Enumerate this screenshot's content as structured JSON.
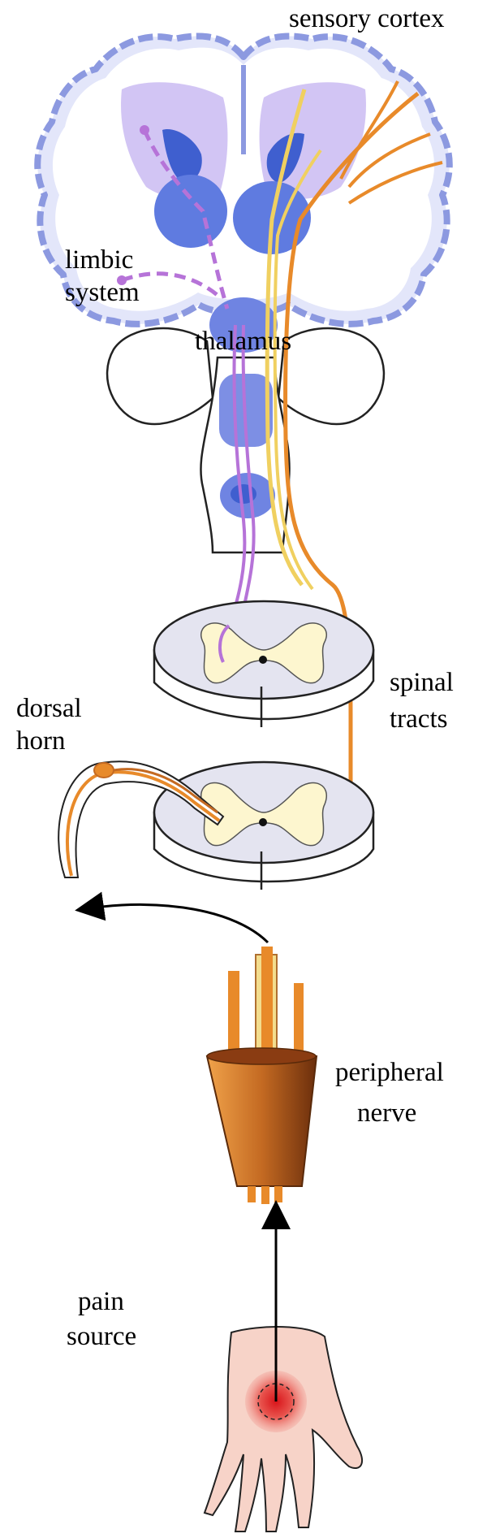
{
  "labels": {
    "sensory_cortex": "sensory cortex",
    "limbic_1": "limbic",
    "limbic_2": "system",
    "thalamus": "thalamus",
    "dorsal_1": "dorsal",
    "dorsal_2": "horn",
    "spinal_1": "spinal",
    "spinal_2": "tracts",
    "peripheral_1": "peripheral",
    "peripheral_2": "nerve",
    "pain_1": "pain",
    "pain_2": "source"
  },
  "colors": {
    "cortex_outline": "#9aa6e6",
    "cortex_fill": "#c9cdf3",
    "nucleus": "#5d7ae0",
    "pathway_purple": "#b673d8",
    "pathway_yellow": "#f0d060",
    "pathway_orange": "#e88a2a",
    "spinal_grey": "#e4e4f0",
    "grey_matter": "#fdf6cf",
    "skin": "#f7d3c8",
    "pain_red": "#e0413a",
    "nerve_brown": "#b35b1c"
  }
}
